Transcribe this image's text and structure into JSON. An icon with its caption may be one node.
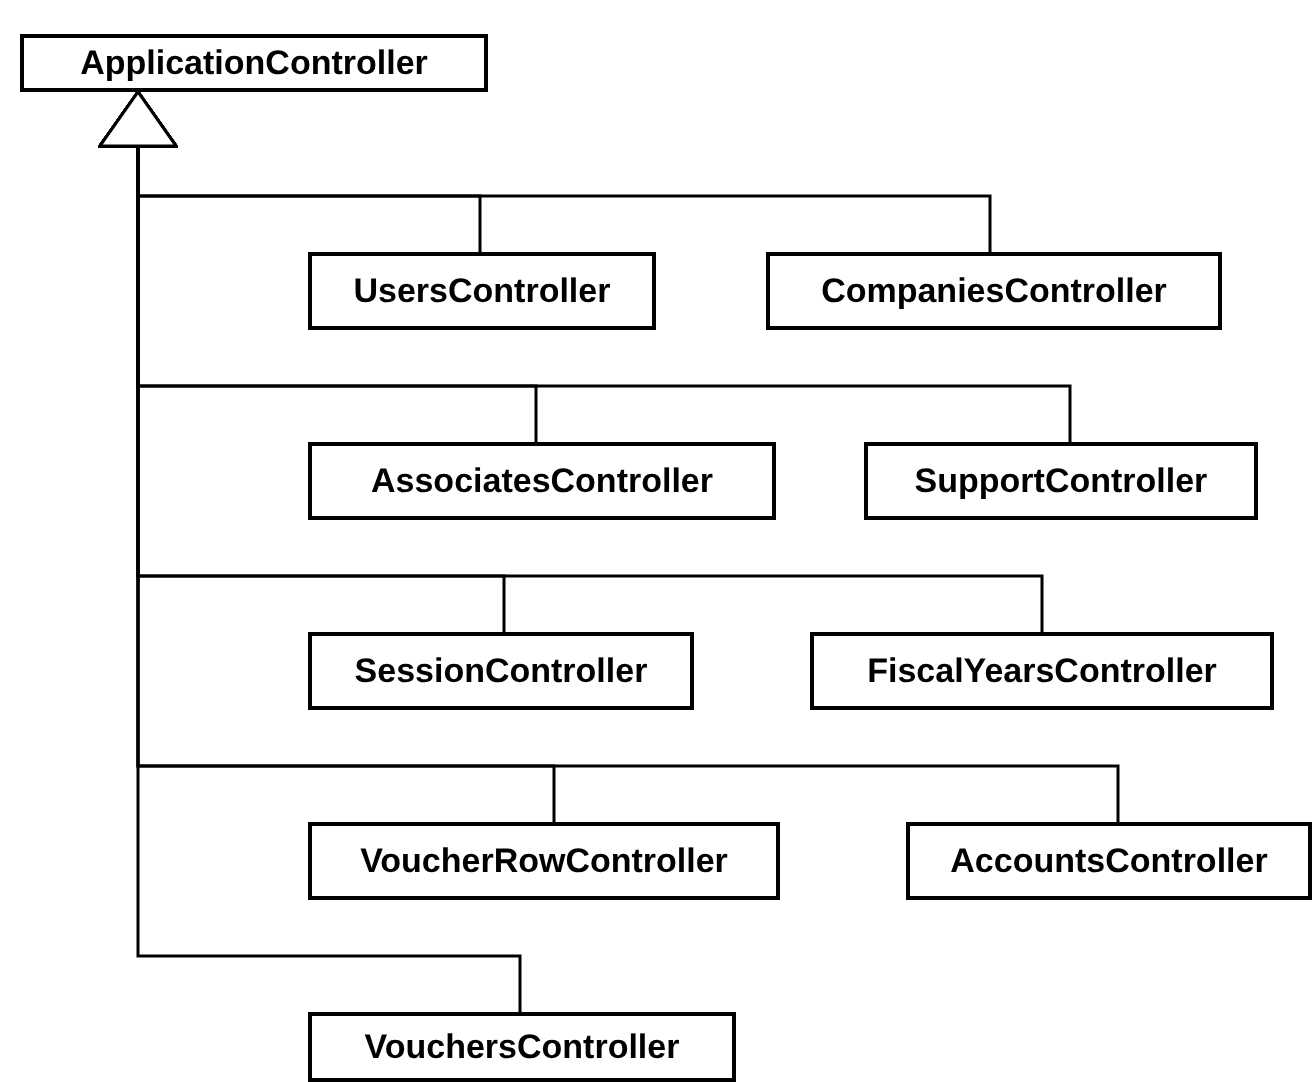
{
  "diagram": {
    "nodes": [
      {
        "text": [
          "ApplicationController"
        ]
      },
      {
        "text": [
          "UsersController"
        ]
      },
      {
        "text": [
          "CompaniesController"
        ]
      },
      {
        "text": [
          "AssociatesController"
        ]
      },
      {
        "text": [
          "SupportController"
        ]
      },
      {
        "text": [
          "SessionController"
        ]
      },
      {
        "text": [
          "FiscalYearsController"
        ]
      },
      {
        "text": [
          "VoucherRowController"
        ]
      },
      {
        "text": [
          "AccountsController"
        ]
      },
      {
        "text": [
          "VouchersController"
        ]
      }
    ],
    "edges": [
      {
        "from": 1,
        "to": 0,
        "arrow": "to"
      },
      {
        "from": 2,
        "to": 0,
        "arrow": "to"
      },
      {
        "from": 3,
        "to": 0,
        "arrow": "to"
      },
      {
        "from": 4,
        "to": 0,
        "arrow": "to"
      },
      {
        "from": 5,
        "to": 0,
        "arrow": "to"
      },
      {
        "from": 6,
        "to": 0,
        "arrow": "to"
      },
      {
        "from": 7,
        "to": 0,
        "arrow": "to"
      },
      {
        "from": 8,
        "to": 0,
        "arrow": "to"
      },
      {
        "from": 9,
        "to": 0,
        "arrow": "to"
      }
    ]
  }
}
